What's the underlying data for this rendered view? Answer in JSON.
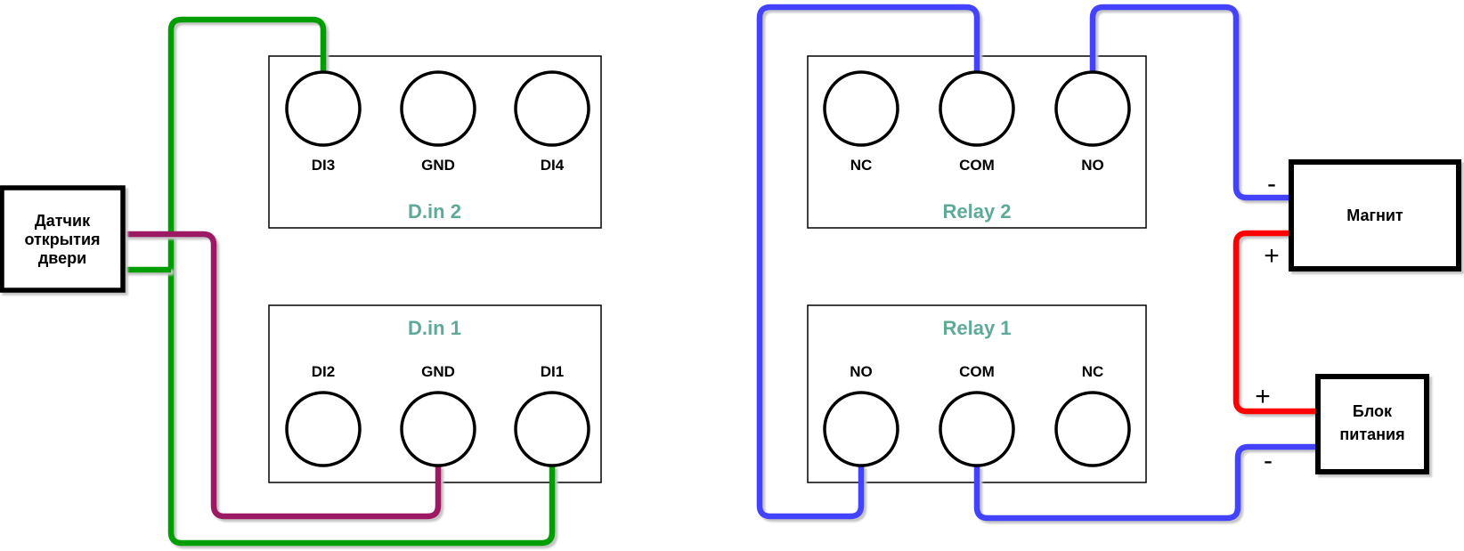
{
  "diagram": {
    "sensor": {
      "lines": [
        "Датчик",
        "открытия",
        "двери"
      ]
    },
    "din2": {
      "title": "D.in 2",
      "terminals": [
        "DI3",
        "GND",
        "DI4"
      ]
    },
    "din1": {
      "title": "D.in 1",
      "terminals": [
        "DI2",
        "GND",
        "DI1"
      ]
    },
    "relay2": {
      "title": "Relay 2",
      "terminals": [
        "NC",
        "COM",
        "NO"
      ]
    },
    "relay1": {
      "title": "Relay 1",
      "terminals": [
        "NO",
        "COM",
        "NC"
      ]
    },
    "magnet": {
      "label": "Магнит",
      "minus": "-",
      "plus": "+"
    },
    "psu": {
      "lines": [
        "Блок",
        "питания"
      ],
      "plus": "+",
      "minus": "-"
    }
  },
  "wires": [
    {
      "name": "green-sensor-di3-di1",
      "color": "#009E00",
      "connects": "Датчик открытия двери — DI3 (D.in 2) — DI1 (D.in 1)"
    },
    {
      "name": "purple-sensor-gnd",
      "color": "#9C1A63",
      "connects": "Датчик открытия двери — GND (D.in 1)"
    },
    {
      "name": "blue-relay1no-relay2com",
      "color": "#4242FF",
      "connects": "NO (Relay 1) — COM (Relay 2)"
    },
    {
      "name": "blue-relay2no-magnet",
      "color": "#4242FF",
      "connects": "NO (Relay 2) — Магнит (-)"
    },
    {
      "name": "red-magnet-psu",
      "color": "#FF0000",
      "connects": "Магнит (+) — Блок питания (+)"
    },
    {
      "name": "blue-psu-relay1com",
      "color": "#4242FF",
      "connects": "Блок питания (-) — COM (Relay 1)"
    }
  ],
  "colors": {
    "title_teal": "#5FA999",
    "box_border": "#000000",
    "wire_shadow": "#c4c4c4",
    "background": "#ffffff"
  }
}
